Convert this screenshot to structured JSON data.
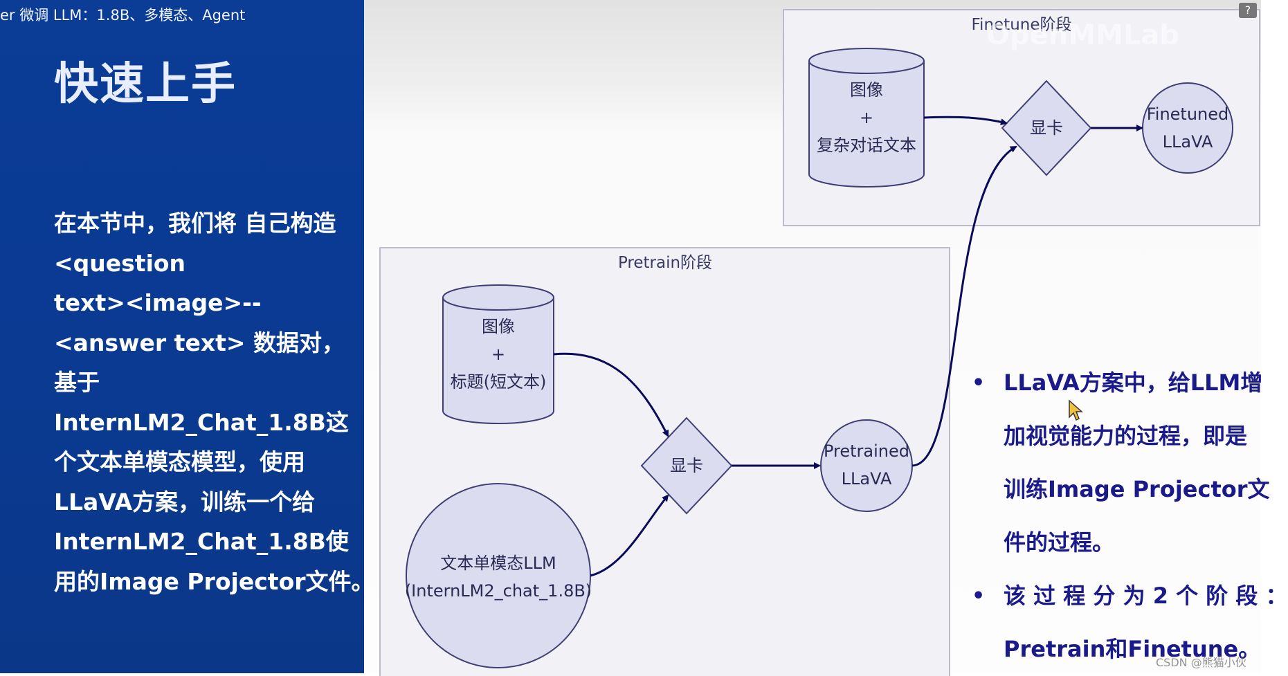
{
  "header": {
    "title": "er 微调 LLM：1.8B、多模态、Agent"
  },
  "slide": {
    "heading": "快速上手",
    "body_lines": [
      "在本节中，我们将 自己构造",
      "<question",
      "text><image>--",
      "<answer text> 数据对，",
      "基于",
      "InternLM2_Chat_1.8B这",
      "个文本单模态模型，使用",
      "LLaVA方案，训练一个给",
      "InternLM2_Chat_1.8B使",
      "用的Image Projector文件。"
    ]
  },
  "diagram": {
    "finetune_cluster": {
      "label": "Finetune阶段"
    },
    "pretrain_cluster": {
      "label": "Pretrain阶段"
    },
    "ft_data": {
      "line1": "图像",
      "line2": "+",
      "line3": "复杂对话文本"
    },
    "ft_gpu": {
      "label": "显卡"
    },
    "ft_model": {
      "line1": "Finetuned",
      "line2": "LLaVA"
    },
    "pt_data": {
      "line1": "图像",
      "line2": "+",
      "line3": "标题(短文本)"
    },
    "pt_llm": {
      "line1": "文本单模态LLM",
      "line2": "(InternLM2_chat_1.8B)"
    },
    "pt_gpu": {
      "label": "显卡"
    },
    "pt_model": {
      "line1": "Pretrained",
      "line2": "LLaVA"
    }
  },
  "bullets": [
    {
      "lines": [
        "LLaVA方案中，给LLM增",
        "加视觉能力的过程，即是",
        "训练Image Projector文",
        "件的过程。"
      ]
    },
    {
      "lines": [
        "该 过 程 分 为 2 个 阶 段 ：",
        "Pretrain和Finetune。"
      ]
    }
  ],
  "overlay": {
    "watermark": "OpenMMLab",
    "credit": "CSDN @熊猫小伙",
    "help": "?"
  },
  "colors": {
    "panel_blue": "#0b3c96",
    "node_fill": "#dcdcf0",
    "edge": "#0a0a5a",
    "bullet_text": "#1a1a8a"
  }
}
